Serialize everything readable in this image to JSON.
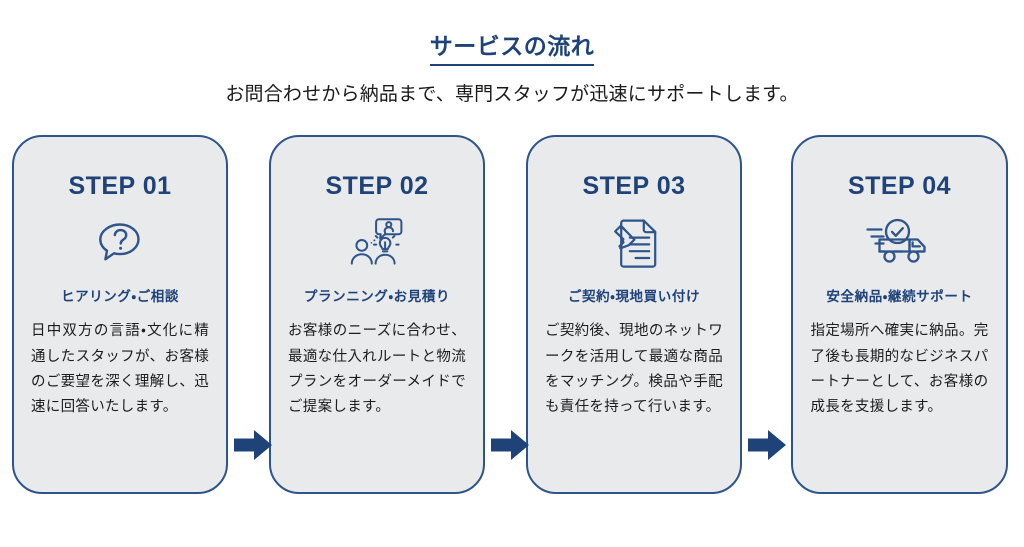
{
  "header": {
    "title": "サービスの流れ",
    "subtitle": "お問合わせから納品まで、専門スタッフが迅速にサポートします。"
  },
  "colors": {
    "navy": "#1f4378",
    "border_navy": "#2e5489",
    "card_bg": "#e8eaec",
    "body_text": "#1c1c1c",
    "page_bg": "#ffffff"
  },
  "steps": [
    {
      "label": "STEP 01",
      "icon": "question-speech-bubble-icon",
      "heading": "ヒアリング・ご相談",
      "body": "日中双方の言語・文化に精通したスタッフが、お客様のご要望を深く理解し、迅速に回答いたします。"
    },
    {
      "label": "STEP 02",
      "icon": "people-idea-planning-icon",
      "heading": "プランニング・お見積り",
      "body": "お客様のニーズに合わせ、最適な仕入れルートと物流プランをオーダーメイドでご提案します。"
    },
    {
      "label": "STEP 03",
      "icon": "document-pencil-contract-icon",
      "heading": "ご契約・現地買い付け",
      "body": "ご契約後、現地のネットワークを活用して最適な商品をマッチング。検品や手配も責任を持って行います。"
    },
    {
      "label": "STEP 04",
      "icon": "delivery-truck-check-icon",
      "heading": "安全納品・継続サポート",
      "body": "指定場所へ確実に納品。完了後も長期的なビジネスパートナーとして、お客様の成長を支援します。"
    }
  ],
  "arrows": [
    {
      "name": "arrow-step1-to-step2",
      "glyph": "right-arrow-icon"
    },
    {
      "name": "arrow-step2-to-step3",
      "glyph": "right-arrow-icon"
    },
    {
      "name": "arrow-step3-to-step4",
      "glyph": "right-arrow-icon"
    }
  ]
}
